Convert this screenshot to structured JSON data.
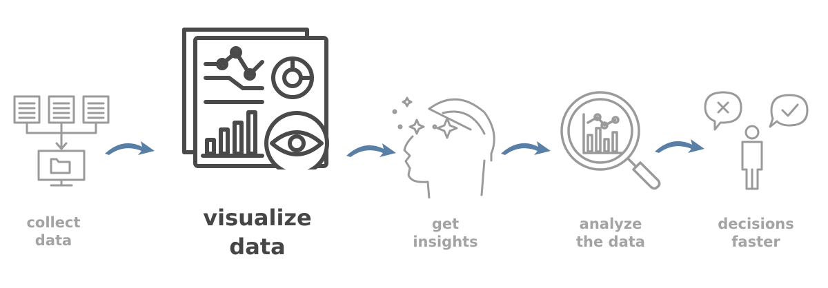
{
  "colors": {
    "icon_light": "#9a9a9a",
    "icon_dark": "#4a4a4a",
    "arrow": "#5a7fa6",
    "text_light": "#a3a3a3",
    "text_dark": "#454545"
  },
  "steps": [
    {
      "line1": "collect",
      "line2": "data",
      "icon": "data-collection-icon"
    },
    {
      "line1": "visualize",
      "line2": "data",
      "icon": "dashboard-icon"
    },
    {
      "line1": "get",
      "line2": "insights",
      "icon": "head-insight-icon"
    },
    {
      "line1": "analyze",
      "line2": "the data",
      "icon": "magnifier-chart-icon"
    },
    {
      "line1": "decisions",
      "line2": "faster",
      "icon": "person-decision-icon"
    }
  ]
}
